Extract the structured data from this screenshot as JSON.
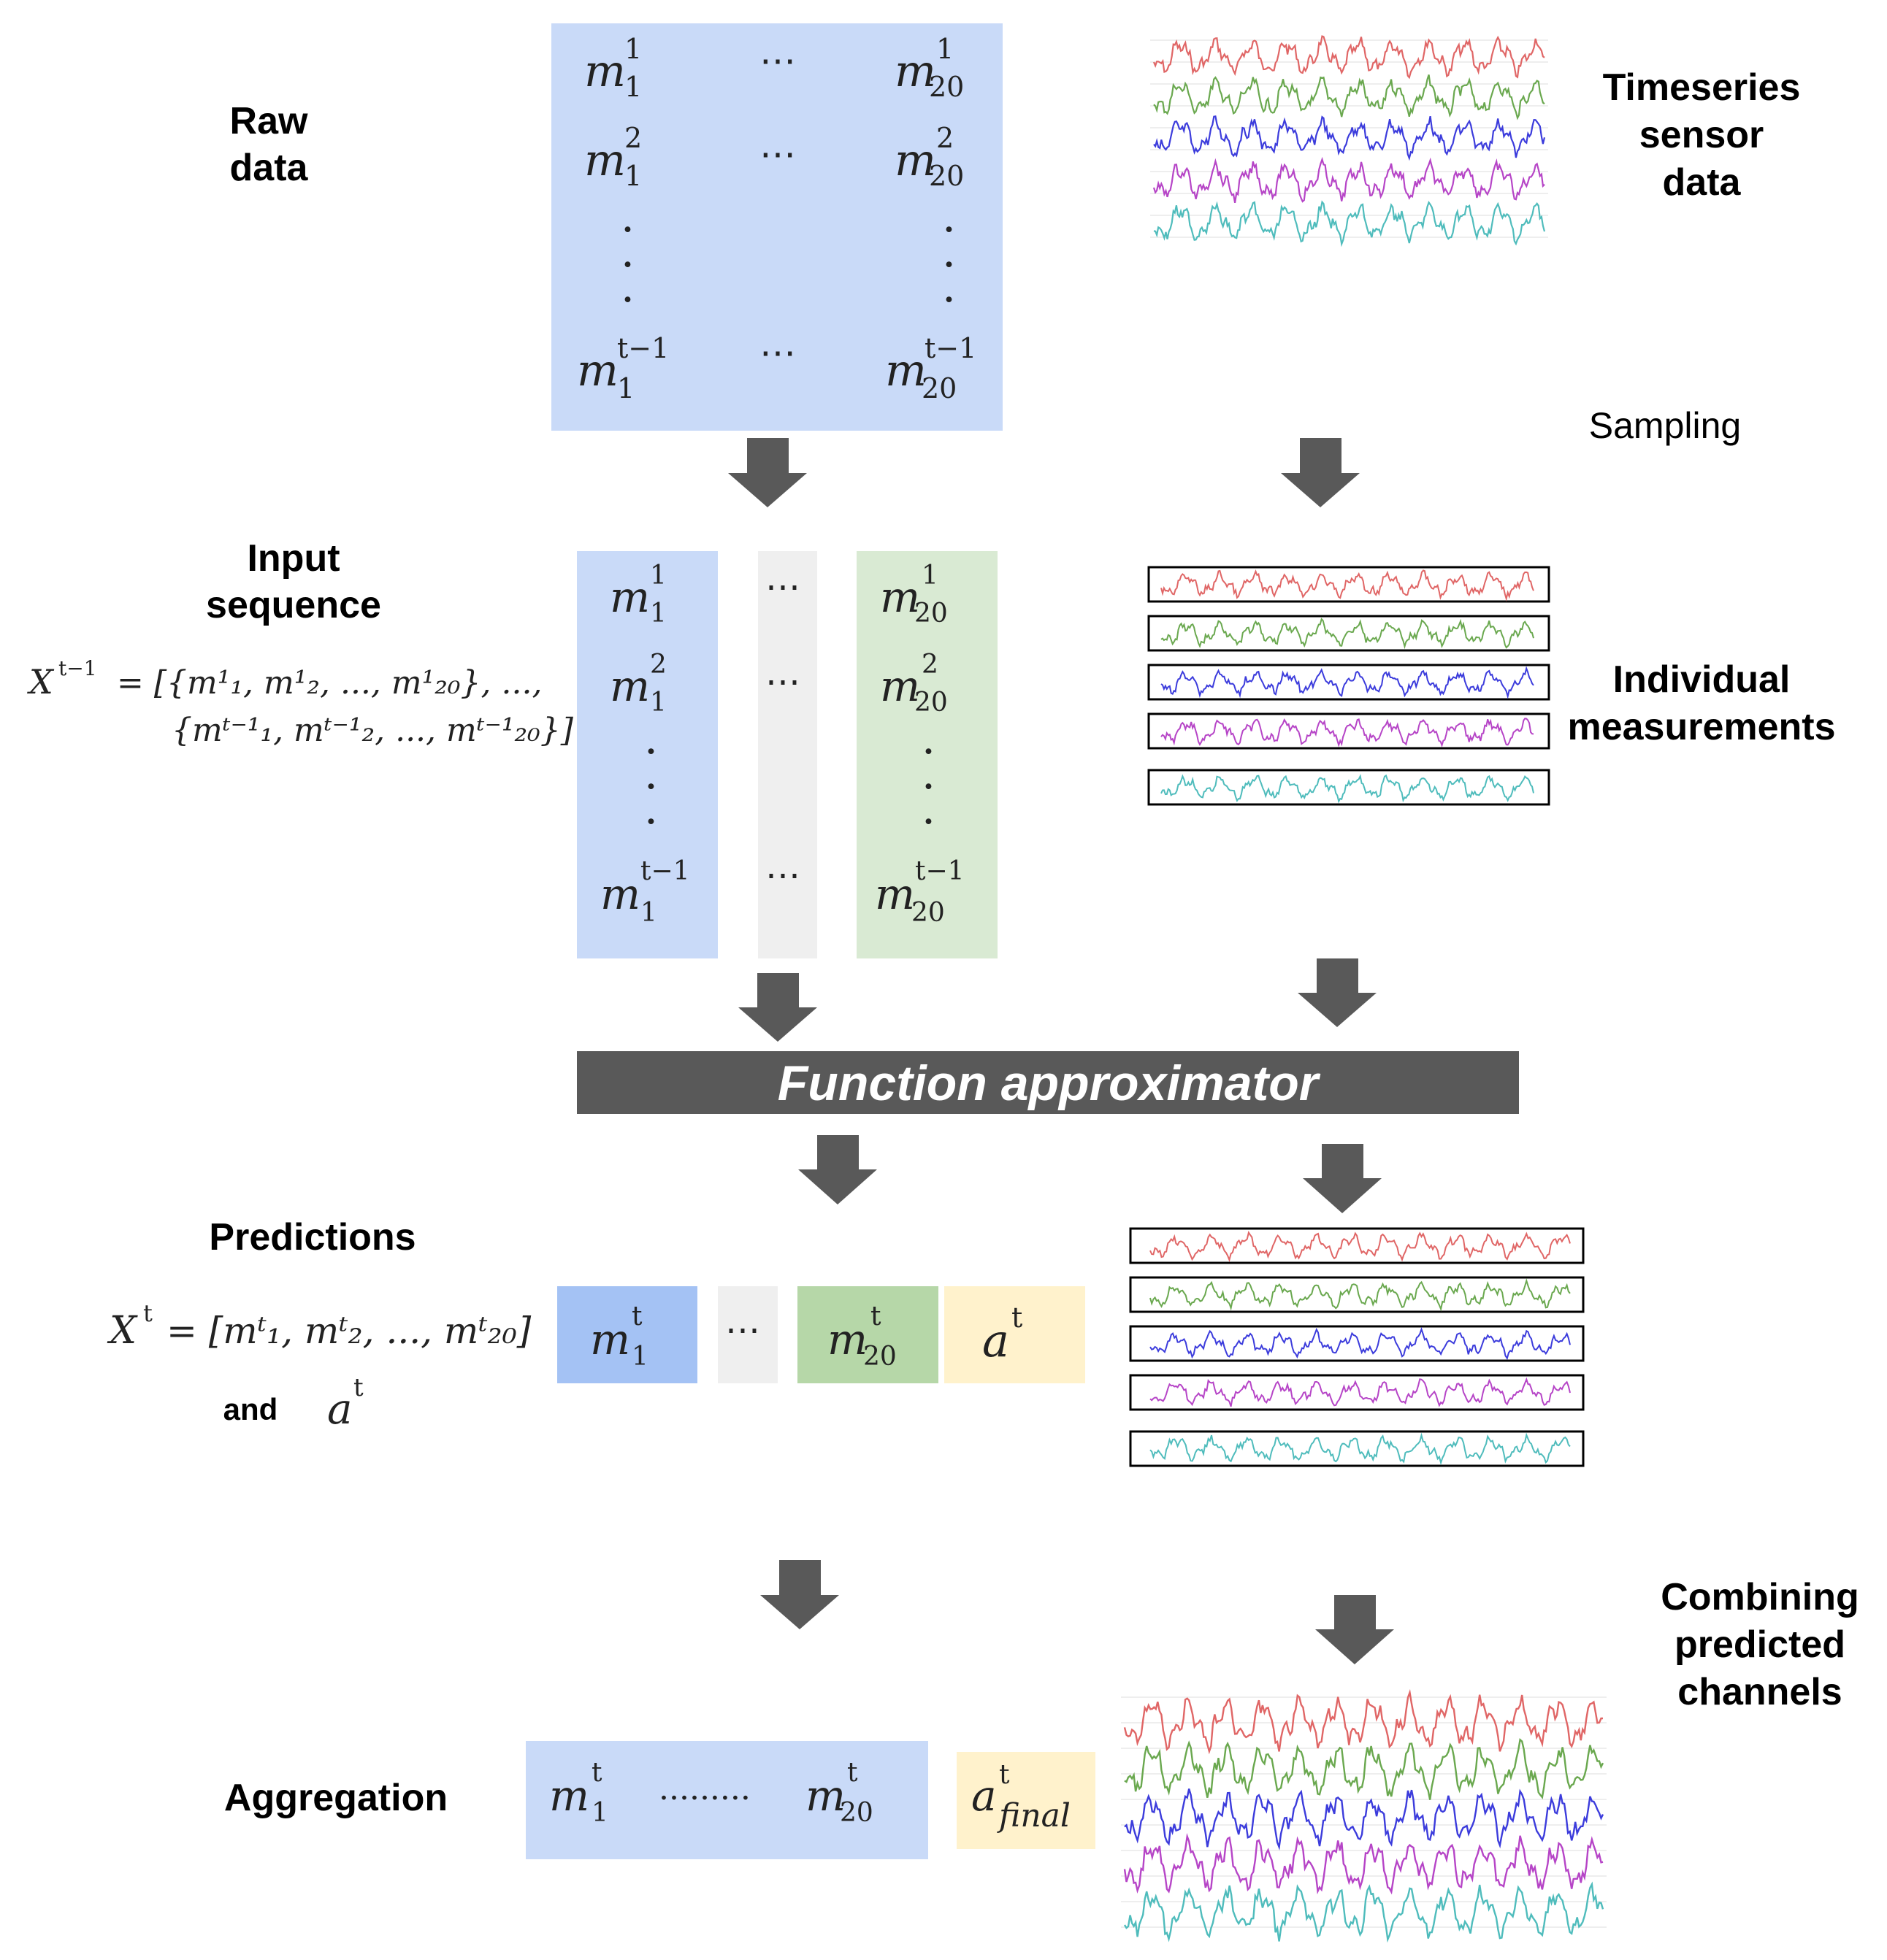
{
  "labels": {
    "raw_data": [
      "Raw",
      "data"
    ],
    "timeseries": [
      "Timeseries",
      "sensor",
      "data"
    ],
    "sampling": "Sampling",
    "input_sequence": [
      "Input",
      "sequence"
    ],
    "individual": [
      "Individual",
      "measurements"
    ],
    "function_approximator": "Function approximator",
    "predictions": "Predictions",
    "and": "and",
    "combining": [
      "Combining",
      "predicted",
      "channels"
    ],
    "aggregation": "Aggregation"
  },
  "glyphs": {
    "m": "m",
    "a": "a",
    "X": "X",
    "sub_1": "1",
    "sub_20": "20",
    "sup_1": "1",
    "sup_2": "2",
    "sup_t": "t",
    "sup_tm1": "t−1",
    "sub_final": "final",
    "ellipsis": "⋯",
    "vdot": "·",
    "dotted_row": ".........",
    "eq_input_line1": "= [{m¹₁, m¹₂, ..., m¹₂₀}, ...,",
    "eq_input_line2": "{mᵗ⁻¹₁, mᵗ⁻¹₂, ..., mᵗ⁻¹₂₀}]",
    "eq_pred": "= [mᵗ₁, mᵗ₂, ..., mᵗ₂₀]"
  },
  "colors": {
    "blue_box": "#c9daf8",
    "blue_dark": "#a4c2f4",
    "gray_box": "#efefef",
    "green_box": "#d9ead3",
    "green_dark": "#b6d7a8",
    "yellow_box": "#fff2cc",
    "arrow": "#595959",
    "channels": [
      "#e06666",
      "#6aa84f",
      "#3c3cdc",
      "#b645c7",
      "#4fbcbc"
    ]
  }
}
